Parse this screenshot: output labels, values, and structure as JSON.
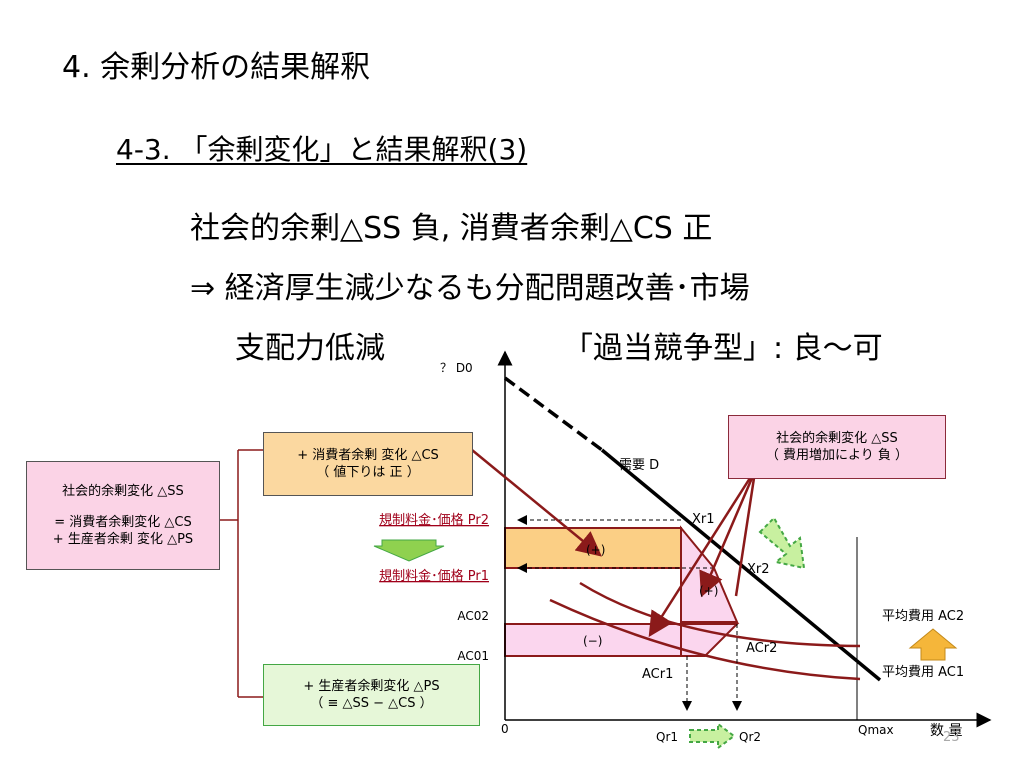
{
  "slide": {
    "title": "4. 余剰分析の結果解釈",
    "subtitle": "4-3. 「余剰変化」と結果解釈(3)",
    "line1": "社会的余剰△SS 負, 消費者余剰△CS 正",
    "line2": "⇒ 経済厚生減少なるも分配問題改善･市場",
    "line3a": "支配力低減",
    "line3b": "「過当競争型」: 良～可",
    "page_number": "23"
  },
  "boxes": {
    "ss": {
      "line1": "社会的余剰変化 △SS",
      "line2": "= 消費者余剰変化 △CS",
      "line3": "+ 生産者余剰 変化 △PS"
    },
    "cs": {
      "line1": "+ 消費者余剰 変化 △CS",
      "line2": "（ 値下りは 正 ）"
    },
    "ps": {
      "line1": "+ 生産者余剰変化 △PS",
      "line2": "（ ≡ △SS − △CS ）"
    },
    "ss_change": {
      "line1": "社会的余剰変化 △SS",
      "line2": "（ 費用増加により 負 ）"
    }
  },
  "graph": {
    "y_axis_label": "？ D0",
    "x_axis_label": "数 量",
    "origin": "0",
    "qmax": "Qmax",
    "qr1": "Qr1",
    "qr2": "Qr2",
    "demand": "需要 D",
    "pr2": "規制料金･価格 Pr2",
    "pr1": "規制料金･価格 Pr1",
    "ac02": "AC02",
    "ac01": "AC01",
    "xr1": "Xr1",
    "xr2": "Xr2",
    "acr1": "ACr1",
    "acr2": "ACr2",
    "avg_cost2": "平均費用 AC2",
    "avg_cost1": "平均費用 AC1",
    "plus1": "(+)",
    "plus2": "(+)",
    "minus": "(−)"
  },
  "colors": {
    "orange_area": "#fbcf85",
    "pink_area": "#fbd6ee",
    "curve": "#8b1a1a",
    "arrow_green": "#8fd14f",
    "arrow_orange": "#f5b63a"
  }
}
